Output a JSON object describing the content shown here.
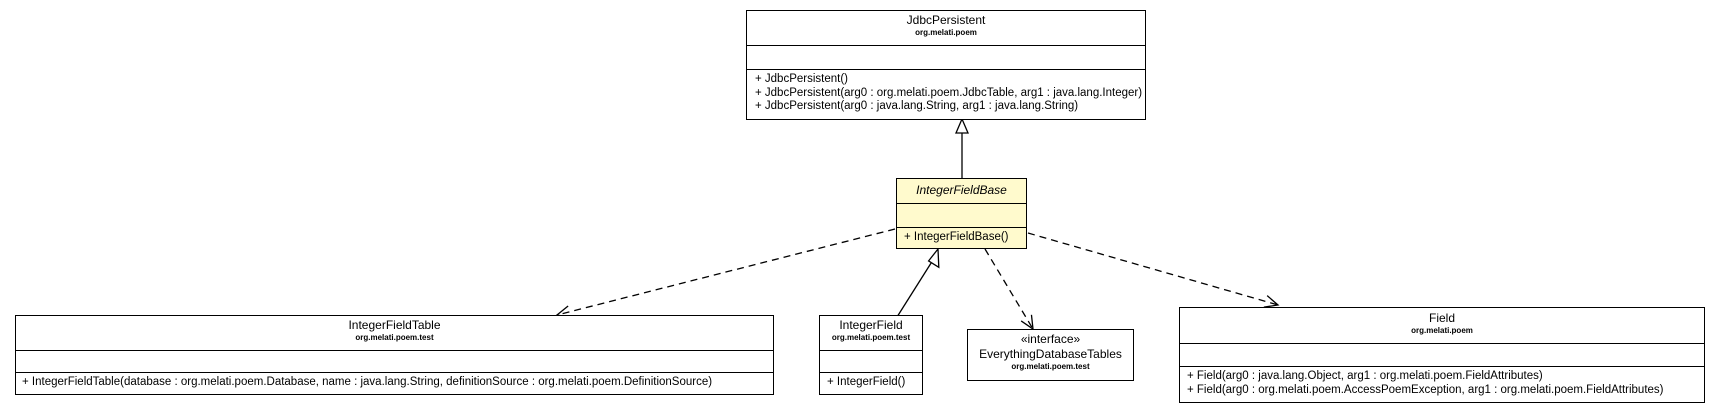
{
  "classes": {
    "jdbc_persistent": {
      "name": "JdbcPersistent",
      "package": "org.melati.poem",
      "operations": [
        "+ JdbcPersistent()",
        "+ JdbcPersistent(arg0 : org.melati.poem.JdbcTable, arg1 : java.lang.Integer)",
        "+ JdbcPersistent(arg0 : java.lang.String, arg1 : java.lang.String)"
      ]
    },
    "integer_field_base": {
      "name": "IntegerFieldBase",
      "abstract": true,
      "operations": [
        "+ IntegerFieldBase()"
      ]
    },
    "integer_field_table": {
      "name": "IntegerFieldTable",
      "package": "org.melati.poem.test",
      "operations": [
        "+ IntegerFieldTable(database : org.melati.poem.Database, name : java.lang.String, definitionSource : org.melati.poem.DefinitionSource)"
      ]
    },
    "integer_field": {
      "name": "IntegerField",
      "package": "org.melati.poem.test",
      "operations": [
        "+ IntegerField()"
      ]
    },
    "everything_database_tables": {
      "stereotype": "«interface»",
      "name": "EverythingDatabaseTables",
      "package": "org.melati.poem.test"
    },
    "field": {
      "name": "Field",
      "package": "org.melati.poem",
      "operations": [
        "+ Field(arg0 : java.lang.Object, arg1 : org.melati.poem.FieldAttributes)",
        "+ Field(arg0 : org.melati.poem.AccessPoemException, arg1 : org.melati.poem.FieldAttributes)"
      ]
    }
  },
  "relations": [
    {
      "type": "generalization",
      "from": "IntegerFieldBase",
      "to": "JdbcPersistent"
    },
    {
      "type": "generalization",
      "from": "IntegerField",
      "to": "IntegerFieldBase"
    },
    {
      "type": "dependency",
      "from": "IntegerFieldBase",
      "to": "IntegerFieldTable"
    },
    {
      "type": "dependency",
      "from": "IntegerFieldBase",
      "to": "EverythingDatabaseTables"
    },
    {
      "type": "dependency",
      "from": "IntegerFieldBase",
      "to": "Field"
    }
  ],
  "colors": {
    "focus_fill": "#fffacd",
    "line": "#000000",
    "background": "#ffffff"
  }
}
